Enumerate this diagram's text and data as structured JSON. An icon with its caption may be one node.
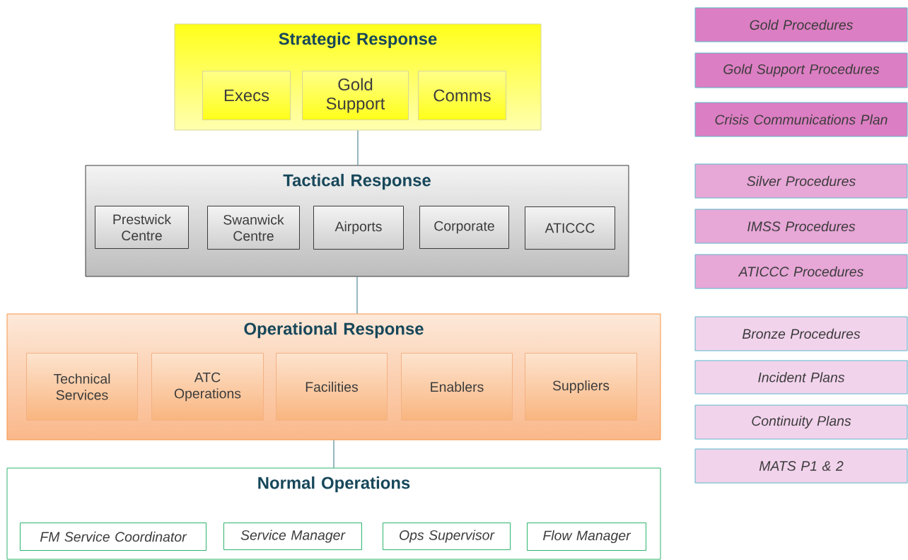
{
  "diagram": {
    "nodes": [
      {
        "text": [
          "Strategic Response"
        ]
      },
      {
        "text": [
          "Execs"
        ],
        "in": 0
      },
      {
        "text": [
          "Gold Support"
        ],
        "in": 0
      },
      {
        "text": [
          "Comms"
        ],
        "in": 0
      },
      {
        "text": [
          "Tactical Response"
        ]
      },
      {
        "text": [
          "Prestwick Centre"
        ],
        "in": 4
      },
      {
        "text": [
          "Swanwick Centre"
        ],
        "in": 4
      },
      {
        "text": [
          "Airports"
        ],
        "in": 4
      },
      {
        "text": [
          "Corporate"
        ],
        "in": 4
      },
      {
        "text": [
          "ATICCC"
        ],
        "in": 4
      },
      {
        "text": [
          "Operational Response"
        ]
      },
      {
        "text": [
          "Technical Services"
        ],
        "in": 10
      },
      {
        "text": [
          "ATC Operations"
        ],
        "in": 10
      },
      {
        "text": [
          "Facilities"
        ],
        "in": 10
      },
      {
        "text": [
          "Enablers"
        ],
        "in": 10
      },
      {
        "text": [
          "Suppliers"
        ],
        "in": 10
      },
      {
        "text": [
          "Normal Operations"
        ]
      },
      {
        "text": [
          "FM Service Coordinator"
        ],
        "in": 16
      },
      {
        "text": [
          "Service Manager"
        ],
        "in": 16
      },
      {
        "text": [
          "Ops Supervisor"
        ],
        "in": 16
      },
      {
        "text": [
          "Flow Manager"
        ],
        "in": 16
      },
      {
        "text": [
          "Gold Procedures"
        ]
      },
      {
        "text": [
          "Gold Support Procedures"
        ]
      },
      {
        "text": [
          "Crisis Communications Plan"
        ]
      },
      {
        "text": [
          "Silver Procedures"
        ]
      },
      {
        "text": [
          "IMSS Procedures"
        ]
      },
      {
        "text": [
          "ATICCC Procedures"
        ]
      },
      {
        "text": [
          "Bronze Procedures"
        ]
      },
      {
        "text": [
          "Incident Plans"
        ]
      },
      {
        "text": [
          "Continuity Plans"
        ]
      },
      {
        "text": [
          "MATS P1 & 2"
        ]
      }
    ],
    "edges": [
      {
        "from": 0,
        "to": 4,
        "arrow": "none"
      },
      {
        "from": 4,
        "to": 10,
        "arrow": "none"
      },
      {
        "from": 10,
        "to": 16,
        "arrow": "none"
      }
    ]
  }
}
